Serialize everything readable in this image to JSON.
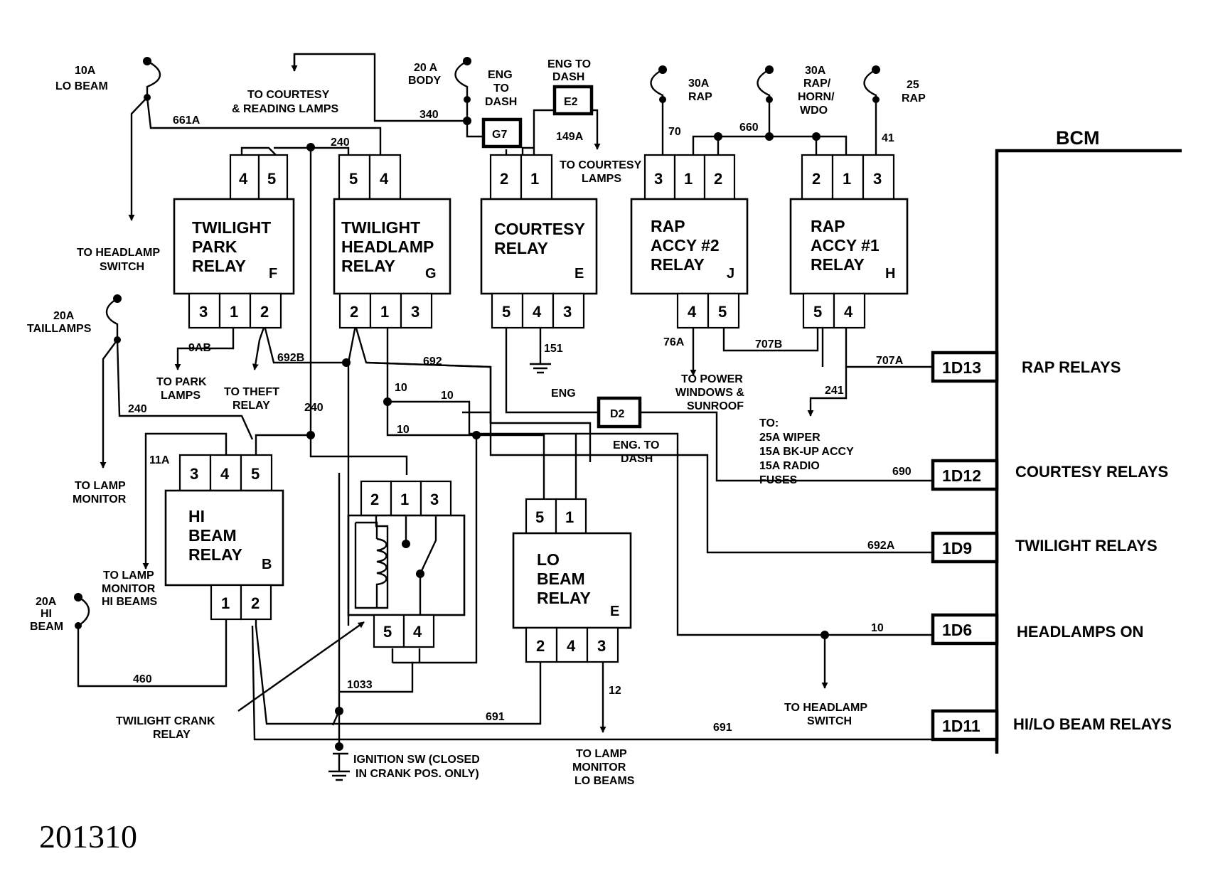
{
  "figure_number": "201310",
  "bcm": {
    "title": "BCM",
    "connectors": [
      {
        "id": "1D13",
        "label": "RAP RELAYS"
      },
      {
        "id": "1D12",
        "label": "COURTESY RELAYS"
      },
      {
        "id": "1D9",
        "label": "TWILIGHT RELAYS"
      },
      {
        "id": "1D6",
        "label": "HEADLAMPS ON"
      },
      {
        "id": "1D11",
        "label": "HI/LO BEAM RELAYS"
      }
    ]
  },
  "relays": {
    "twilight_park": {
      "lines": [
        "TWILIGHT",
        "PARK",
        "RELAY"
      ],
      "letter": "F",
      "top_pins": [
        "4",
        "5"
      ],
      "bottom_pins": [
        "3",
        "1",
        "2"
      ]
    },
    "twilight_headlamp": {
      "lines": [
        "TWILIGHT",
        "HEADLAMP",
        "RELAY"
      ],
      "letter": "G",
      "top_pins": [
        "5",
        "4"
      ],
      "bottom_pins": [
        "2",
        "1",
        "3"
      ]
    },
    "courtesy": {
      "lines": [
        "COURTESY",
        "RELAY"
      ],
      "letter": "E",
      "top_pins": [
        "2",
        "1"
      ],
      "bottom_pins": [
        "5",
        "4",
        "3"
      ]
    },
    "rap_accy_2": {
      "lines": [
        "RAP",
        "ACCY #2",
        "RELAY"
      ],
      "letter": "J",
      "top_pins": [
        "3",
        "1",
        "2"
      ],
      "bottom_pins": [
        "4",
        "5"
      ]
    },
    "rap_accy_1": {
      "lines": [
        "RAP",
        "ACCY #1",
        "RELAY"
      ],
      "letter": "H",
      "top_pins": [
        "2",
        "1",
        "3"
      ],
      "bottom_pins": [
        "5",
        "4"
      ]
    },
    "hi_beam": {
      "lines": [
        "HI",
        "BEAM",
        "RELAY"
      ],
      "letter": "B",
      "top_pins": [
        "3",
        "4",
        "5"
      ],
      "bottom_pins": [
        "1",
        "2"
      ]
    },
    "lo_beam": {
      "lines": [
        "LO",
        "BEAM",
        "RELAY"
      ],
      "letter": "E",
      "top_pins": [
        "5",
        "1"
      ],
      "bottom_pins": [
        "2",
        "4",
        "3"
      ]
    },
    "twilight_crank": {
      "top_pins": [
        "2",
        "1",
        "3"
      ],
      "bottom_pins": [
        "5",
        "4"
      ]
    }
  },
  "splices": [
    {
      "id": "G7"
    },
    {
      "id": "E2"
    },
    {
      "id": "D2"
    }
  ],
  "fuses": {
    "lo_beam_10a": [
      "10A",
      "LO BEAM"
    ],
    "body_20a": [
      "20 A",
      "BODY"
    ],
    "rap_30a": [
      "30A",
      "RAP"
    ],
    "rap_horn_wdo_30a": [
      "30A",
      "RAP/",
      "HORN/",
      "WDO"
    ],
    "rap_25": [
      "25",
      "RAP"
    ],
    "taillamps_20a": [
      "20A",
      "TAILLAMPS"
    ],
    "hi_beam_20a": [
      "20A",
      "HI",
      "BEAM"
    ]
  },
  "labels": {
    "to_courtesy_reading": [
      "TO COURTESY",
      "& READING LAMPS"
    ],
    "eng_to_dash_g7": [
      "ENG",
      "TO",
      "DASH"
    ],
    "eng_to_dash_e2": [
      "ENG TO",
      "DASH"
    ],
    "to_courtesy_lamps": [
      "TO COURTESY",
      "LAMPS"
    ],
    "to_headlamp_switch_left": [
      "TO HEADLAMP",
      "SWITCH"
    ],
    "to_park_lamps": [
      "TO PARK",
      "LAMPS"
    ],
    "to_theft_relay": [
      "TO THEFT",
      "RELAY"
    ],
    "to_lamp_monitor": [
      "TO LAMP",
      "MONITOR"
    ],
    "to_lamp_monitor_hi": [
      "TO LAMP",
      "MONITOR",
      "HI BEAMS"
    ],
    "twilight_crank_relay": [
      "TWILIGHT  CRANK",
      "RELAY"
    ],
    "ignition_sw": [
      "IGNITION SW  (CLOSED",
      "IN CRANK POS. ONLY)"
    ],
    "to_lamp_monitor_lo": [
      "TO LAMP",
      "MONITOR",
      "LO BEAMS"
    ],
    "eng_ground": "ENG",
    "eng_to_dash_d2": [
      "ENG. TO",
      "DASH"
    ],
    "to_power_windows": [
      "TO POWER",
      "WINDOWS &",
      "SUNROOF"
    ],
    "to_fuses": [
      "TO:",
      "25A WIPER",
      "15A BK-UP ACCY",
      "15A RADIO",
      "FUSES"
    ],
    "to_headlamp_switch_right": [
      "TO  HEADLAMP",
      "SWITCH"
    ]
  },
  "wires": {
    "w661a": "661A",
    "w340": "340",
    "w240_top": "240",
    "w149a": "149A",
    "w70": "70",
    "w660": "660",
    "w41": "41",
    "w9ab": "9AB",
    "w692b": "692B",
    "w692": "692",
    "w240_left": "240",
    "w240_mid": "240",
    "w10_a": "10",
    "w10_b": "10",
    "w10_c": "10",
    "w151": "151",
    "w76a": "76A",
    "w707b": "707B",
    "w707a": "707A",
    "w241": "241",
    "w11a": "11A",
    "w690": "690",
    "w692a": "692A",
    "w10_d": "10",
    "w460": "460",
    "w1033": "1033",
    "w691_a": "691",
    "w691_b": "691",
    "w12": "12"
  }
}
